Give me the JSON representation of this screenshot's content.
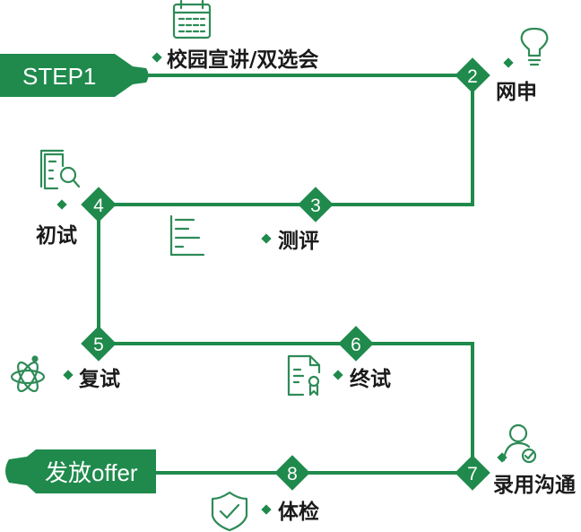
{
  "colors": {
    "accent": "#1f8a4c",
    "text": "#1a1a1a",
    "background": "#ffffff"
  },
  "start": {
    "label": "STEP1"
  },
  "end": {
    "label": "发放offer"
  },
  "steps": [
    {
      "number": "2",
      "label": "网申",
      "icon": "lightbulb-icon"
    },
    {
      "number": "3",
      "label": "测评",
      "icon": "bar-list-icon"
    },
    {
      "number": "4",
      "label": "初试",
      "icon": "document-search-icon"
    },
    {
      "number": "5",
      "label": "复试",
      "icon": "atom-icon"
    },
    {
      "number": "6",
      "label": "终试",
      "icon": "certificate-icon"
    },
    {
      "number": "7",
      "label": "录用沟通",
      "icon": "user-check-icon"
    },
    {
      "number": "8",
      "label": "体检",
      "icon": "shield-check-icon"
    }
  ],
  "first_step": {
    "label": "校园宣讲/双选会",
    "icon": "calendar-icon"
  }
}
